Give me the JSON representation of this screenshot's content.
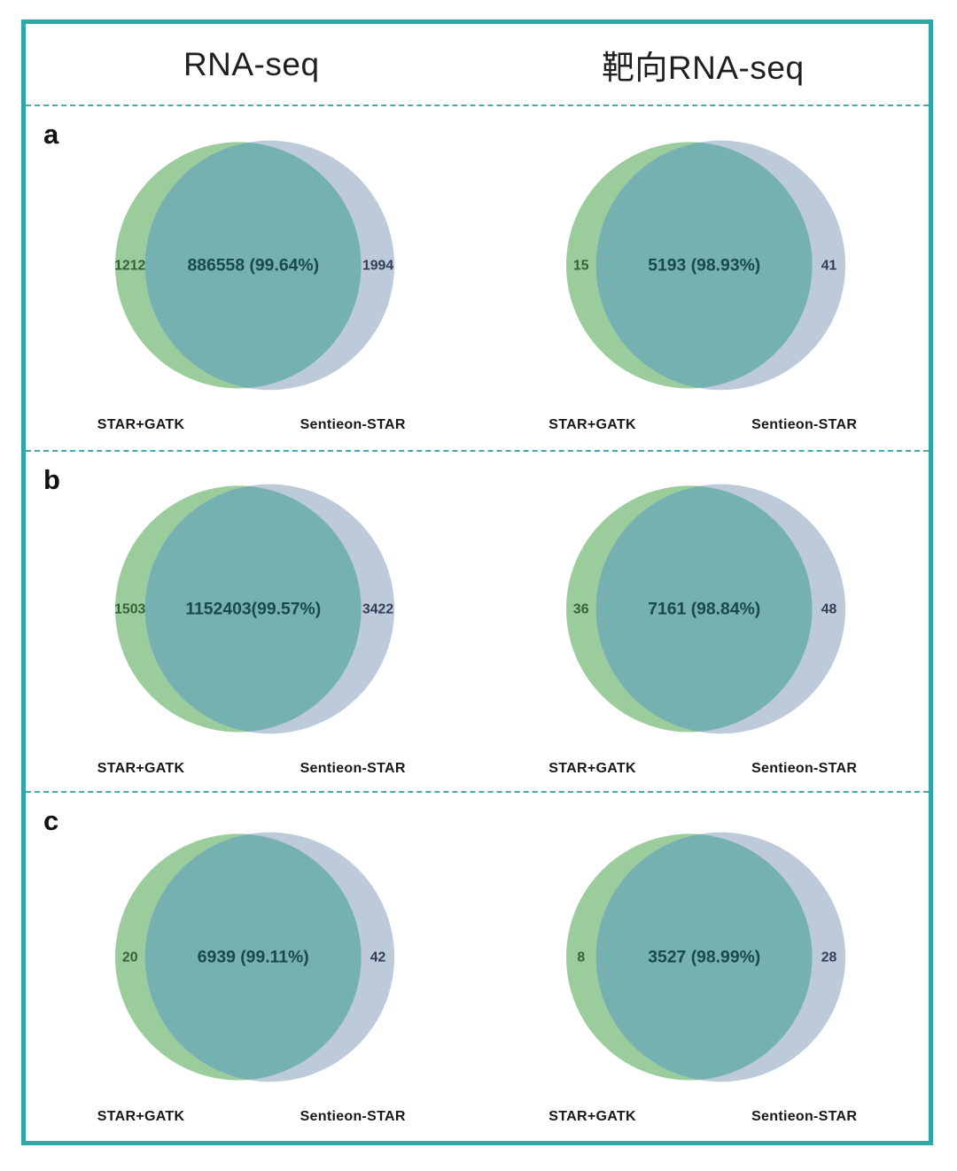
{
  "header": {
    "left_title": "RNA-seq",
    "right_title": "靶向RNA-seq"
  },
  "set_labels": {
    "left": "STAR+GATK",
    "right": "Sentieon-STAR"
  },
  "rows": [
    {
      "label": "a",
      "panels": [
        {
          "left_count": "1212",
          "center_label": "886558 (99.64%)",
          "right_count": "1994"
        },
        {
          "left_count": "15",
          "center_label": "5193 (98.93%)",
          "right_count": "41"
        }
      ]
    },
    {
      "label": "b",
      "panels": [
        {
          "left_count": "1503",
          "center_label": "1152403(99.57%)",
          "right_count": "3422"
        },
        {
          "left_count": "36",
          "center_label": "7161 (98.84%)",
          "right_count": "48"
        }
      ]
    },
    {
      "label": "c",
      "panels": [
        {
          "left_count": "20",
          "center_label": "6939 (99.11%)",
          "right_count": "42"
        },
        {
          "left_count": "8",
          "center_label": "3527 (98.99%)",
          "right_count": "28"
        }
      ]
    }
  ],
  "colors": {
    "frame_border": "#2fa7a5",
    "dashed_separator": "#45aaa9",
    "left_set_fill": "#9acc9c",
    "right_set_fill": "#bccad9",
    "intersection_fill": "#74b1b0",
    "left_count_text": "#35623b",
    "right_count_text": "#333e57",
    "intersection_text": "#17494d"
  },
  "chart_data": [
    {
      "type": "venn",
      "row": "a",
      "condition": "RNA-seq",
      "sets": [
        "STAR+GATK",
        "Sentieon-STAR"
      ],
      "left_only": 1212,
      "intersection": 886558,
      "intersection_pct": 99.64,
      "right_only": 1994
    },
    {
      "type": "venn",
      "row": "a",
      "condition": "靶向RNA-seq",
      "sets": [
        "STAR+GATK",
        "Sentieon-STAR"
      ],
      "left_only": 15,
      "intersection": 5193,
      "intersection_pct": 98.93,
      "right_only": 41
    },
    {
      "type": "venn",
      "row": "b",
      "condition": "RNA-seq",
      "sets": [
        "STAR+GATK",
        "Sentieon-STAR"
      ],
      "left_only": 1503,
      "intersection": 1152403,
      "intersection_pct": 99.57,
      "right_only": 3422
    },
    {
      "type": "venn",
      "row": "b",
      "condition": "靶向RNA-seq",
      "sets": [
        "STAR+GATK",
        "Sentieon-STAR"
      ],
      "left_only": 36,
      "intersection": 7161,
      "intersection_pct": 98.84,
      "right_only": 48
    },
    {
      "type": "venn",
      "row": "c",
      "condition": "RNA-seq",
      "sets": [
        "STAR+GATK",
        "Sentieon-STAR"
      ],
      "left_only": 20,
      "intersection": 6939,
      "intersection_pct": 99.11,
      "right_only": 42
    },
    {
      "type": "venn",
      "row": "c",
      "condition": "靶向RNA-seq",
      "sets": [
        "STAR+GATK",
        "Sentieon-STAR"
      ],
      "left_only": 8,
      "intersection": 3527,
      "intersection_pct": 98.99,
      "right_only": 28
    }
  ]
}
